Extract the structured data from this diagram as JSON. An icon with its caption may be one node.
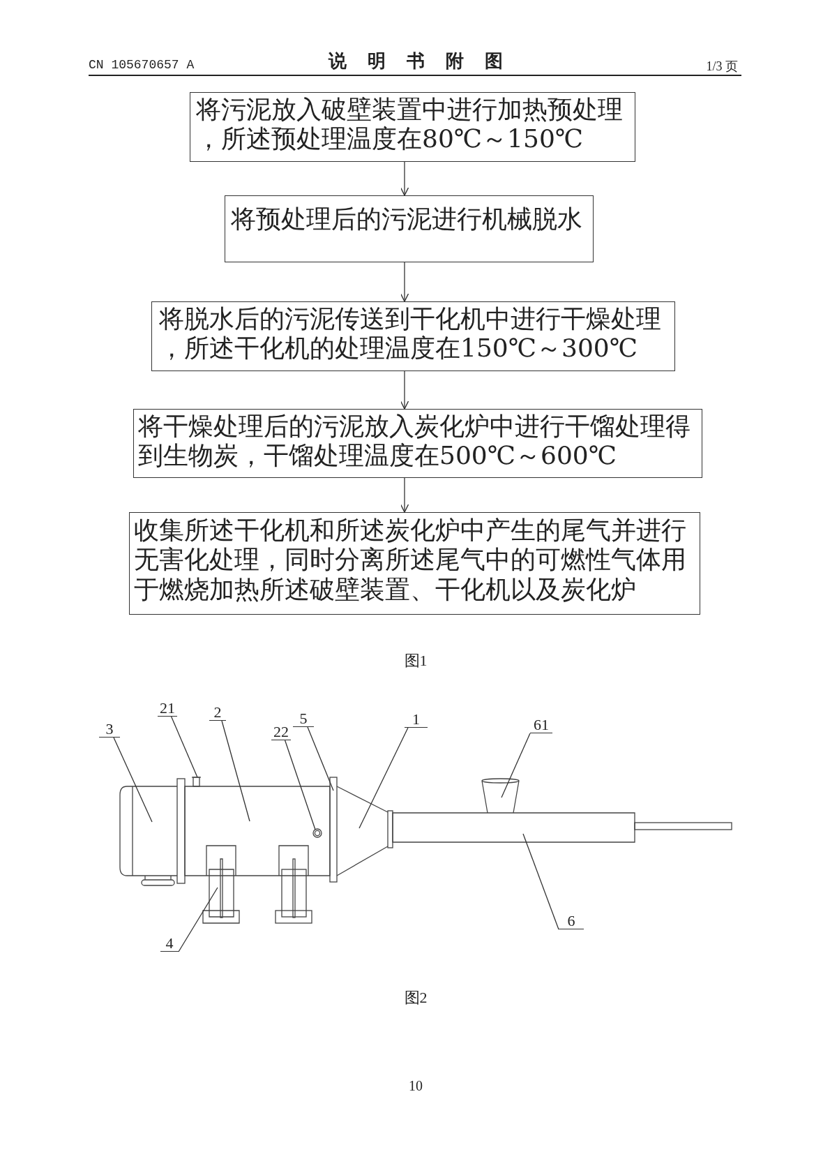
{
  "diagram": {
    "title": "说明书附图",
    "nodes": [
      {
        "text": [
          "将污泥放入破壁装置中进行加热预处理，所述预处理温度在80℃～150℃"
        ]
      },
      {
        "text": [
          "将预处理后的污泥进行机械脱水"
        ]
      },
      {
        "text": [
          "将脱水后的污泥传送到干化机中进行干燥处理，所述干化机的处理温度在150℃～300℃"
        ]
      },
      {
        "text": [
          "将干燥处理后的污泥放入炭化炉中进行干馏处理得到生物炭，干馏处理温度在500℃～600℃"
        ]
      },
      {
        "text": [
          "收集所述干化机和所述炭化炉中产生的尾气并进行无害化处理，同时分离所述尾气中的可燃性气体用于燃烧加热所述破壁装置、干化机以及炭化炉"
        ]
      },
      {
        "text": [
          "3"
        ]
      },
      {
        "text": [
          "21"
        ]
      },
      {
        "text": [
          "2"
        ]
      },
      {
        "text": [
          "22"
        ]
      },
      {
        "text": [
          "5"
        ]
      },
      {
        "text": [
          "1"
        ]
      },
      {
        "text": [
          "61"
        ]
      },
      {
        "text": [
          "4"
        ]
      },
      {
        "text": [
          "6"
        ]
      },
      {
        "text": [],
        "shape": "picture"
      },
      {
        "text": [],
        "shape": "box"
      },
      {
        "text": [],
        "shape": "cylinder"
      },
      {
        "text": [],
        "shape": "circle",
        "in": 16
      },
      {
        "text": [],
        "shape": "bar"
      },
      {
        "text": [],
        "shape": "picture"
      },
      {
        "text": [],
        "shape": "picture"
      },
      {
        "text": [],
        "shape": "picture"
      },
      {
        "text": [],
        "shape": "cylinder"
      }
    ],
    "edges": [
      {
        "from": 0,
        "to": 1,
        "arrow": "to"
      },
      {
        "from": 1,
        "to": 2,
        "arrow": "to"
      },
      {
        "from": 2,
        "to": 3,
        "arrow": "to"
      },
      {
        "from": 3,
        "to": 4,
        "arrow": "to"
      },
      {
        "from": 5,
        "to": 14,
        "arrow": "none"
      },
      {
        "from": 6,
        "to": 15,
        "arrow": "none"
      },
      {
        "from": 7,
        "to": 16,
        "arrow": "none"
      },
      {
        "from": 8,
        "to": 17,
        "arrow": "none"
      },
      {
        "from": 9,
        "to": 18,
        "arrow": "none"
      },
      {
        "from": 10,
        "to": 19,
        "arrow": "none"
      },
      {
        "from": 11,
        "to": 20,
        "arrow": "none"
      },
      {
        "from": 12,
        "to": 21,
        "arrow": "none"
      },
      {
        "from": 13,
        "to": 22,
        "arrow": "none"
      }
    ],
    "labels": [
      "CN 105670657 A",
      "1/3 页",
      "图1",
      "图2",
      "10"
    ]
  }
}
